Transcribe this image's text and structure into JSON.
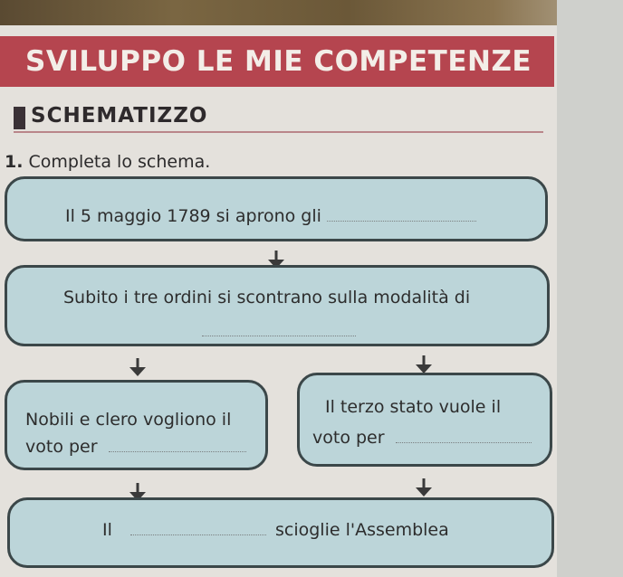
{
  "banner": {
    "title": "SVILUPPO LE MIE COMPETENZE"
  },
  "section": {
    "title": "SCHEMATIZZO"
  },
  "exercise": {
    "number": "1.",
    "text": "Completa lo schema."
  },
  "boxes": {
    "b1": {
      "text": "Il 5 maggio 1789 si aprono gli"
    },
    "b2": {
      "text": "Subito i tre ordini si scontrano sulla modalità di"
    },
    "b3": {
      "line1": "Nobili e clero vogliono il",
      "line2": "voto per"
    },
    "b4": {
      "line1": "Il terzo stato vuole il",
      "line2": "voto per"
    },
    "b5": {
      "pre": "Il",
      "post": "scioglie l'Assemblea"
    }
  },
  "colors": {
    "banner": "#b5454f",
    "box_fill": "#bcd5d9",
    "box_border": "#3b4749",
    "arrow": "#3a3a3a"
  },
  "icons": {
    "arrow": "arrow-down-icon"
  }
}
